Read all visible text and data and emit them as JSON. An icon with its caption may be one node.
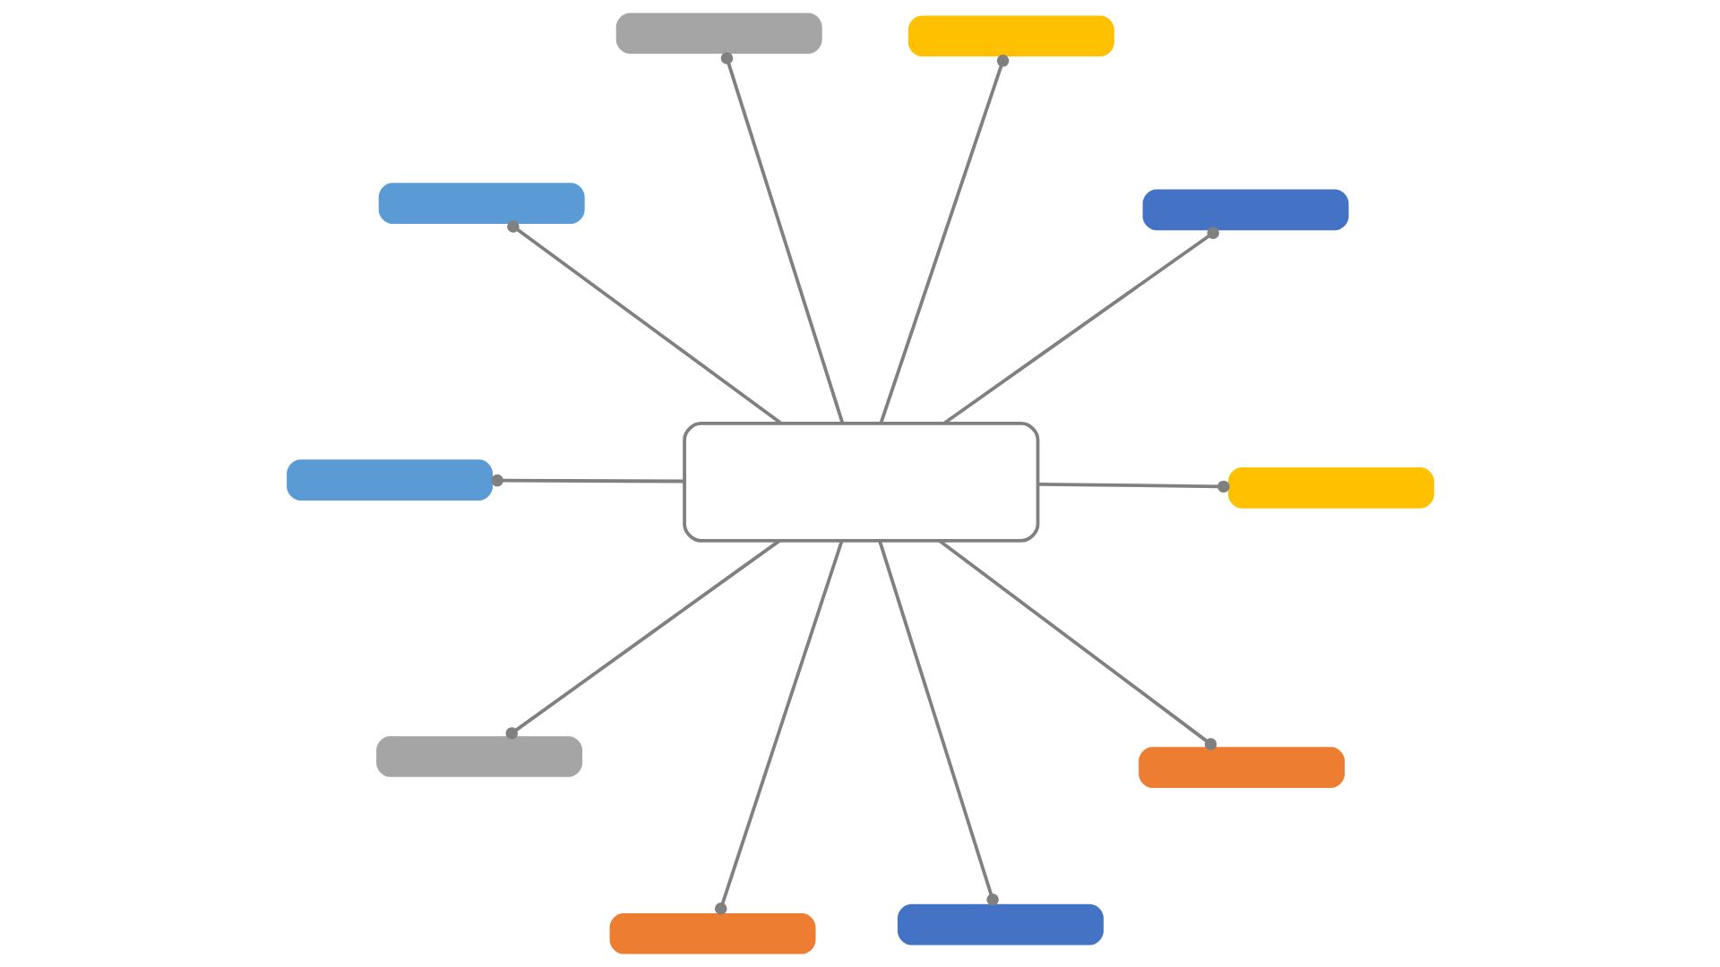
{
  "diagram": {
    "nodes": [
      {
        "text": [],
        "shape": "box"
      },
      {
        "text": [],
        "shape": "bar"
      },
      {
        "text": [],
        "shape": "bar"
      },
      {
        "text": [],
        "shape": "bar"
      },
      {
        "text": [],
        "shape": "bar"
      },
      {
        "text": [],
        "shape": "bar"
      },
      {
        "text": [],
        "shape": "bar"
      },
      {
        "text": [],
        "shape": "bar"
      },
      {
        "text": [],
        "shape": "bar"
      },
      {
        "text": [],
        "shape": "bar"
      },
      {
        "text": [],
        "shape": "bar"
      }
    ],
    "edges": [
      {
        "from": 0,
        "to": 1,
        "arrow": "other"
      },
      {
        "from": 0,
        "to": 2,
        "arrow": "other"
      },
      {
        "from": 0,
        "to": 3,
        "arrow": "other"
      },
      {
        "from": 0,
        "to": 4,
        "arrow": "other"
      },
      {
        "from": 0,
        "to": 5,
        "arrow": "other"
      },
      {
        "from": 0,
        "to": 6,
        "arrow": "other"
      },
      {
        "from": 0,
        "to": 7,
        "arrow": "other"
      },
      {
        "from": 0,
        "to": 8,
        "arrow": "other"
      },
      {
        "from": 0,
        "to": 9,
        "arrow": "other"
      },
      {
        "from": 0,
        "to": 10,
        "arrow": "other"
      }
    ]
  }
}
